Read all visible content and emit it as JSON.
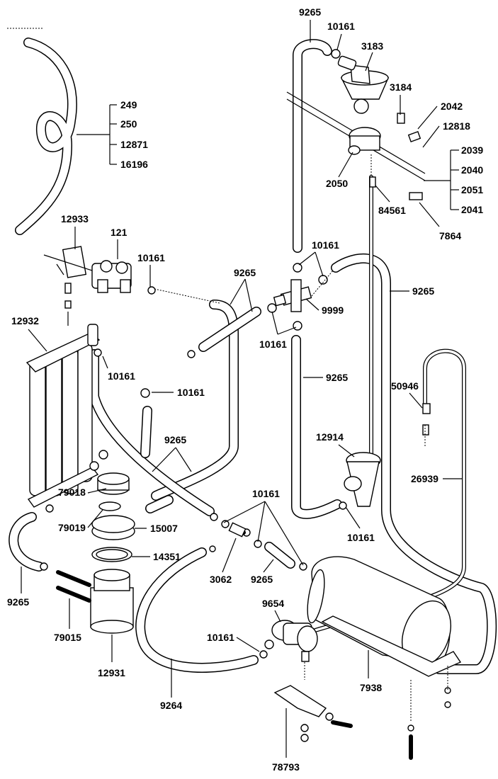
{
  "diagram": {
    "labels": {
      "p249": "249",
      "p250": "250",
      "p12871": "12871",
      "p16196": "16196",
      "p12933": "12933",
      "p121": "121",
      "p10161_valve": "10161",
      "p9265_center": "9265",
      "p12932": "12932",
      "p10161_filter": "10161",
      "p10161_mid": "10161",
      "p9265_mid": "9265",
      "p79018": "79018",
      "p79019": "79019",
      "p15007": "15007",
      "p14351": "14351",
      "p9265_left": "9265",
      "p79015": "79015",
      "p12931": "12931",
      "p9265_top": "9265",
      "p10161_top": "10161",
      "p3183": "3183",
      "p3184": "3184",
      "p2042": "2042",
      "p12818": "12818",
      "p2039": "2039",
      "p2040": "2040",
      "p2051": "2051",
      "p2041": "2041",
      "p2050": "2050",
      "p84561": "84561",
      "p7864": "7864",
      "p10161_cross_top": "10161",
      "p9999": "9999",
      "p10161_cross_bot": "10161",
      "p9265_right": "9265",
      "p9265_vert": "9265",
      "p50946": "50946",
      "p12914": "12914",
      "p26939": "26939",
      "p10161_elbow": "10161",
      "p10161_lower": "10161",
      "p3062": "3062",
      "p9265_lower": "9265",
      "p9654": "9654",
      "p10161_pump": "10161",
      "p9264": "9264",
      "p7938": "7938",
      "p78793": "78793"
    }
  }
}
